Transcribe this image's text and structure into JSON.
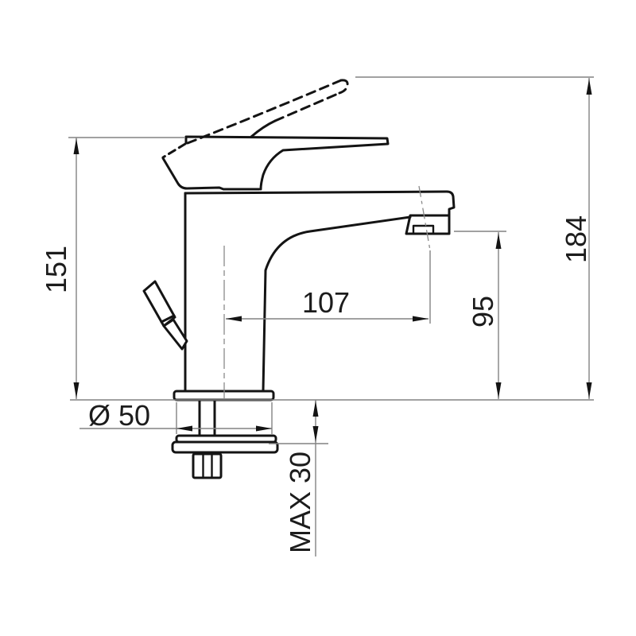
{
  "drawing": {
    "title": "Basin mixer tap dimensional drawing",
    "type": "technical-dimension-drawing",
    "colors": {
      "background": "#ffffff",
      "object_line": "#141414",
      "dimension_line": "#828282",
      "text": "#1c1c1c"
    },
    "dimensions": {
      "body_height": {
        "label": "151"
      },
      "total_height_open_handle": {
        "label": "184"
      },
      "spout_reach": {
        "label": "107"
      },
      "spout_outlet_height": {
        "label": "95"
      },
      "base_diameter": {
        "label": "Ø 50"
      },
      "max_deck_thickness": {
        "label": "MAX 30"
      }
    }
  }
}
